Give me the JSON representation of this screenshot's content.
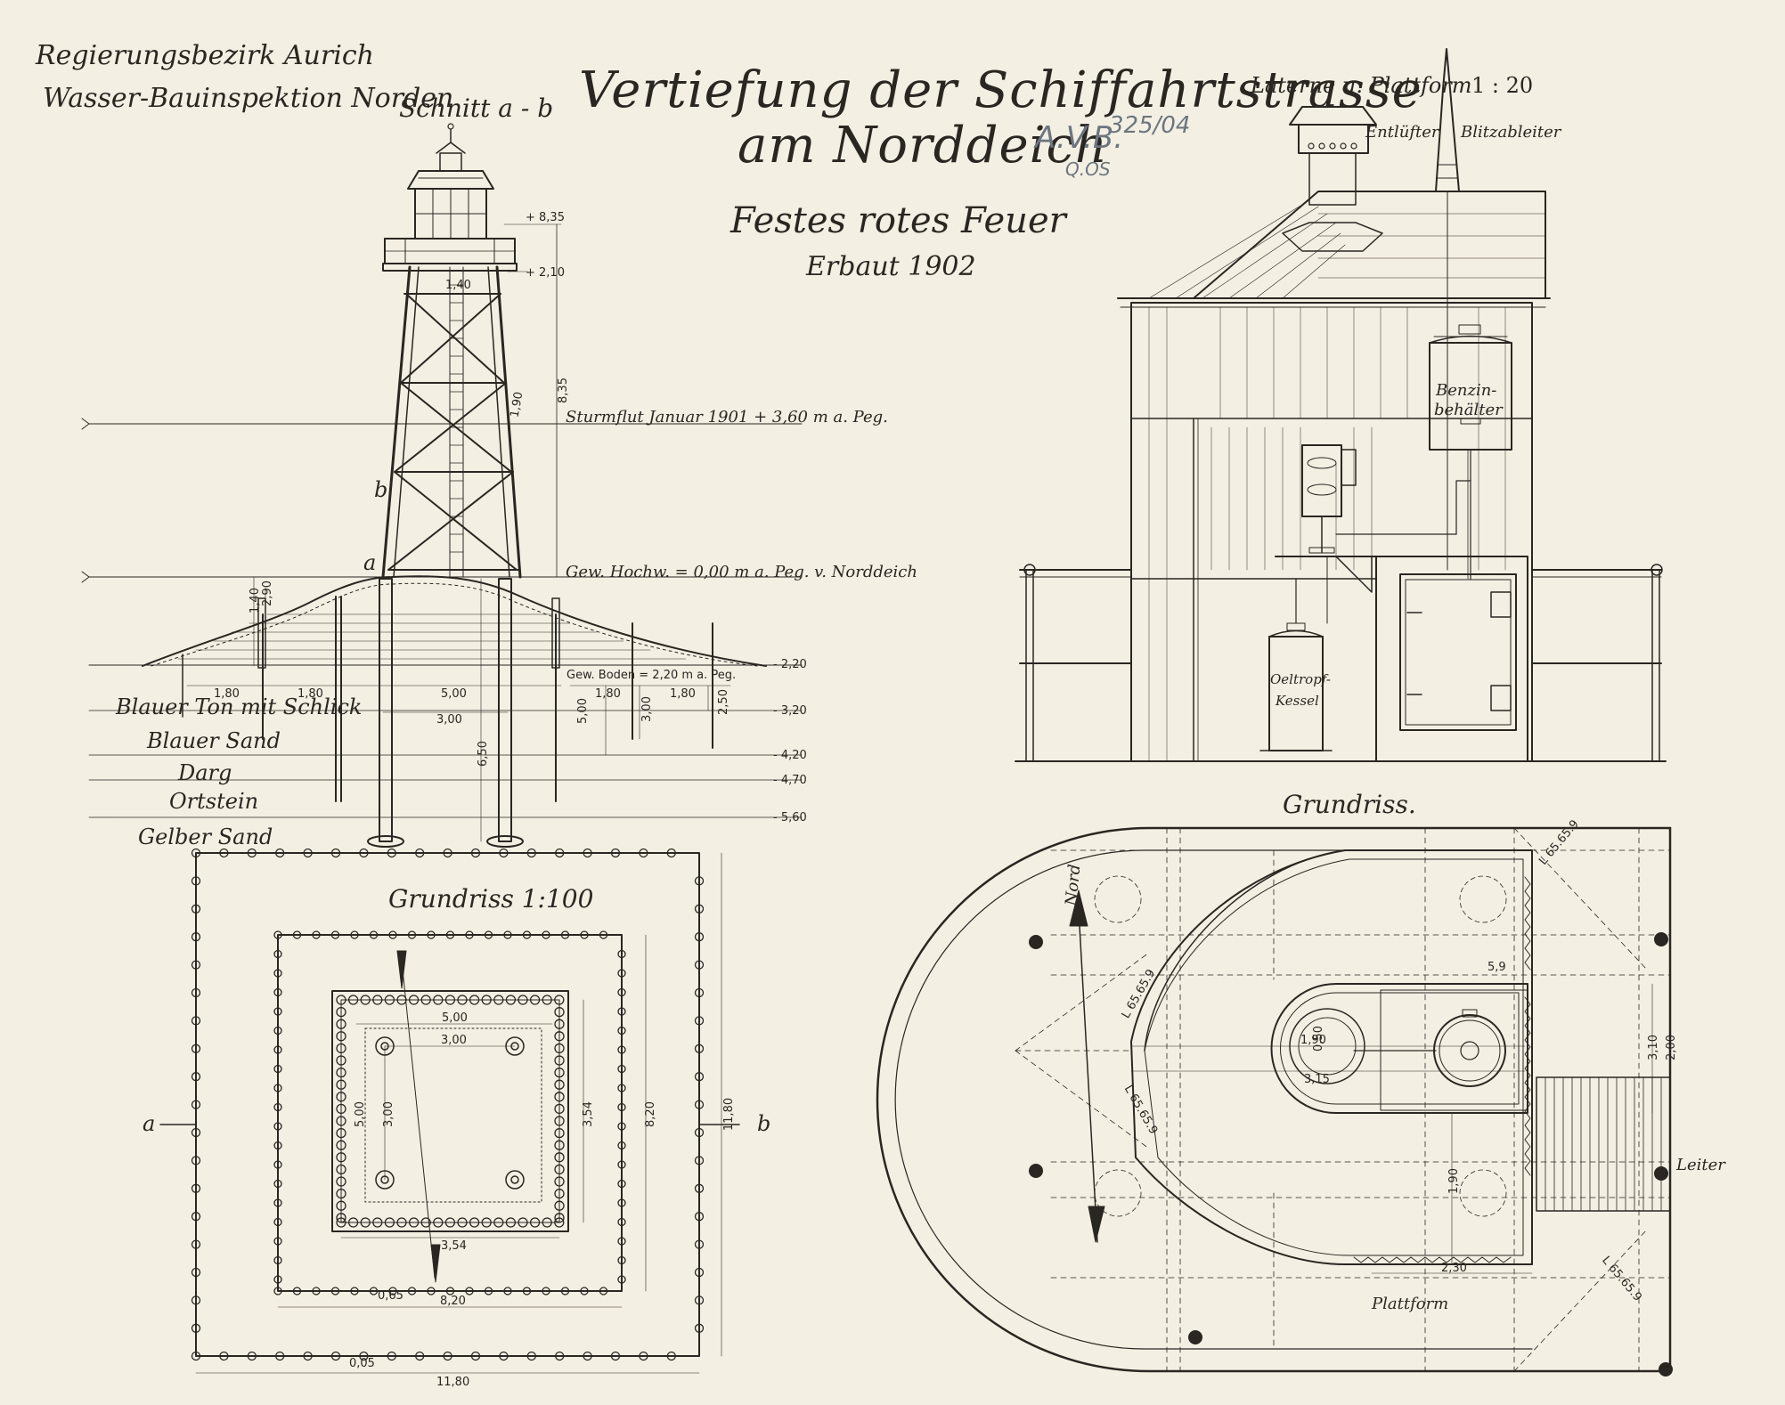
{
  "header": {
    "district": "Regierungsbezirk Aurich",
    "inspection": "Wasser-Bauinspektion Norden",
    "title_line1": "Vertiefung der Schiffahrtstrasse",
    "title_line2": "am Norddeich",
    "subtitle": "Festes rotes Feuer",
    "built": "Erbaut 1902",
    "stamp_main": "A.V.B.",
    "stamp_number": "325/04",
    "stamp_sub": "Q.OS"
  },
  "section_view": {
    "title": "Schnitt a - b",
    "label_a": "a",
    "label_b": "b",
    "storm_flood": "Sturmflut Januar 1901 + 3,60 m a. Peg.",
    "water_level": "Gew. Hochw. = 0,00 m a. Peg. v. Norddeich",
    "bottom_level": "Gew. Boden = 2,20 m a. Peg.",
    "soil_layers": [
      "Blauer Ton mit Schlick",
      "Blauer Sand",
      "Darg",
      "Ortstein",
      "Gelber Sand"
    ],
    "elevations": [
      "+ 8,35",
      "+ 2,10",
      "- 2,20",
      "- 3,20",
      "- 4,20",
      "- 4,70",
      "- 5,60"
    ],
    "dims": [
      "8,35",
      "1,40",
      "2,90",
      "1,80",
      "1,80",
      "5,00",
      "1,80",
      "1,80",
      "3,00",
      "6,50",
      "5,00",
      "2,50",
      "3,00",
      "1,90",
      "1,40"
    ]
  },
  "plan_view": {
    "title": "Grundriss 1:100",
    "label_a": "a",
    "label_b": "b",
    "dims": [
      "5,00",
      "3,00",
      "5,00",
      "3,00",
      "3,54",
      "3,54",
      "8,20",
      "11,80",
      "8,20",
      "11,80",
      "0,05",
      "0,65"
    ]
  },
  "lantern_view": {
    "title": "Laterne u. Plattform",
    "scale": "1 : 20",
    "ventilator": "Entlüfter",
    "lightning_rod": "Blitzableiter",
    "benzine_tank": [
      "Benzin-",
      "behälter"
    ],
    "boiler": [
      "Oeltropf-",
      "Kessel"
    ]
  },
  "platform_plan": {
    "title": "Grundriss.",
    "platform": "Plattform",
    "ladder": "Leiter",
    "north": "Nord",
    "dims": [
      "L 65.65.9",
      "L 65.65.9",
      "L 65.65.9",
      "L 65.65.9",
      "1,90",
      "3,15",
      "1,90",
      "3,10",
      "2,00",
      "2,30",
      "0,50",
      "5,9"
    ]
  }
}
